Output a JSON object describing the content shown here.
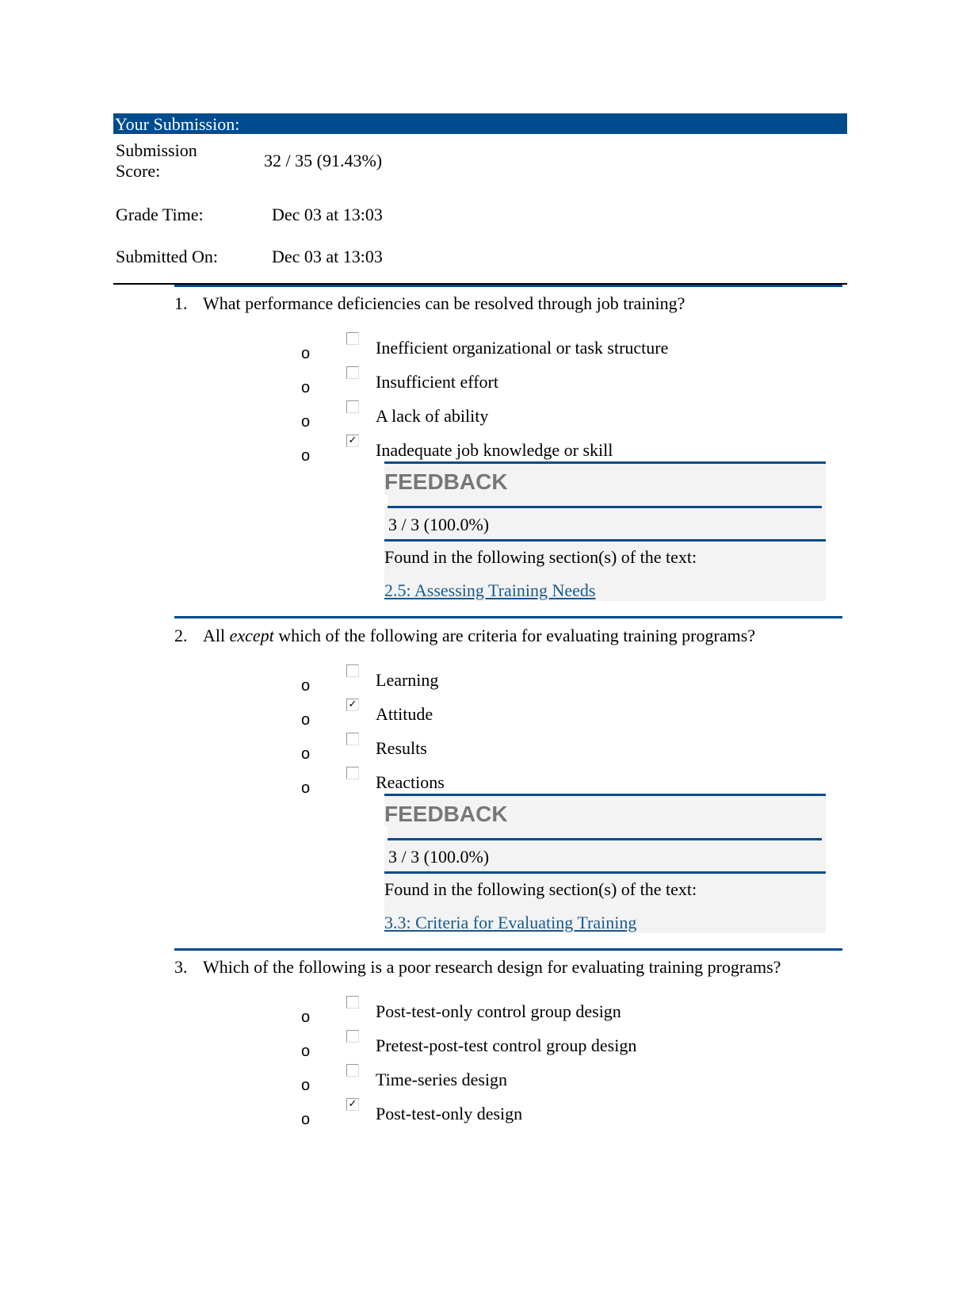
{
  "submission": {
    "header": "Your Submission:",
    "score_label_1": "Submission",
    "score_label_2": "Score:",
    "score_value": "32 / 35 (91.43%)",
    "grade_time_label": "Grade Time:",
    "grade_time_value": "Dec 03 at 13:03",
    "submitted_label": "Submitted On:",
    "submitted_value": "Dec 03 at 13:03"
  },
  "colors": {
    "accent": "#004b8d",
    "feedback_bg": "#f3f3f3",
    "link": "#1a5a8c"
  },
  "questions": [
    {
      "number": "1.",
      "text": "What performance deficiencies can be resolved through job training?",
      "options": [
        {
          "bullet": "o",
          "label": "Inefficient organizational or task structure",
          "checked": false
        },
        {
          "bullet": "o",
          "label": "Insufficient effort",
          "checked": false
        },
        {
          "bullet": "o",
          "label": "A lack of ability",
          "checked": false
        },
        {
          "bullet": "o",
          "label": "Inadequate job knowledge or skill",
          "checked": true
        }
      ],
      "feedback": {
        "title": "FEEDBACK",
        "score": "3 / 3  (100.0%)",
        "found": "Found in the following section(s) of the text:",
        "link": "2.5: Assessing Training Needs"
      }
    },
    {
      "number": "2.",
      "text_before": "All ",
      "text_em": "except",
      "text_after": " which of the following are criteria for evaluating training programs?",
      "options": [
        {
          "bullet": "o",
          "label": "Learning",
          "checked": false
        },
        {
          "bullet": "o",
          "label": "Attitude",
          "checked": true
        },
        {
          "bullet": "o",
          "label": "Results",
          "checked": false
        },
        {
          "bullet": "o",
          "label": "Reactions",
          "checked": false
        }
      ],
      "feedback": {
        "title": "FEEDBACK",
        "score": "3 / 3  (100.0%)",
        "found": "Found in the following section(s) of the text:",
        "link": "3.3: Criteria for Evaluating Training"
      }
    },
    {
      "number": "3.",
      "text": "Which of the following is a poor research design for evaluating training programs?",
      "options": [
        {
          "bullet": "o",
          "label": "Post-test-only control group design",
          "checked": false
        },
        {
          "bullet": "o",
          "label": "Pretest-post-test control group design",
          "checked": false
        },
        {
          "bullet": "o",
          "label": "Time-series design",
          "checked": false
        },
        {
          "bullet": "o",
          "label": "Post-test-only design",
          "checked": true
        }
      ]
    }
  ]
}
